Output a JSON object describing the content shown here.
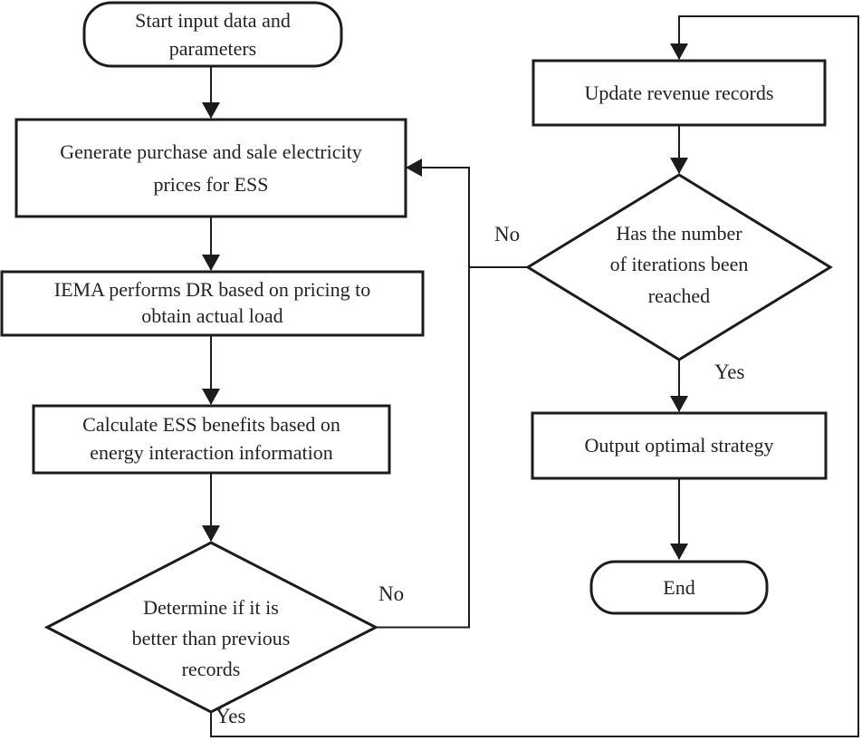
{
  "diagram": {
    "type": "flowchart",
    "colors": {
      "background": "#ffffff",
      "stroke": "#1c1c1c",
      "text": "#232323"
    },
    "nodes": {
      "start": {
        "type": "terminator",
        "label": "Start input data and\nparameters"
      },
      "generate_prices": {
        "type": "process",
        "label": "Generate purchase and sale electricity\nprices for ESS"
      },
      "iema_dr": {
        "type": "process",
        "label": "IEMA performs DR based on pricing to\nobtain actual load"
      },
      "calculate_benefits": {
        "type": "process",
        "label": "Calculate ESS benefits based on\nenergy interaction information"
      },
      "better_decision": {
        "type": "decision",
        "label": "Determine if it is\nbetter than previous\nrecords"
      },
      "update_records": {
        "type": "process",
        "label": "Update revenue records"
      },
      "iterations_decision": {
        "type": "decision",
        "label": "Has the number\nof iterations been\nreached"
      },
      "output_strategy": {
        "type": "process",
        "label": "Output optimal strategy"
      },
      "end": {
        "type": "terminator",
        "label": "End"
      }
    },
    "edge_labels": {
      "better_no": "No",
      "better_yes": "Yes",
      "iterations_no": "No",
      "iterations_yes": "Yes"
    },
    "edges": [
      {
        "from": "start",
        "to": "generate_prices",
        "label": ""
      },
      {
        "from": "generate_prices",
        "to": "iema_dr",
        "label": ""
      },
      {
        "from": "iema_dr",
        "to": "calculate_benefits",
        "label": ""
      },
      {
        "from": "calculate_benefits",
        "to": "better_decision",
        "label": ""
      },
      {
        "from": "better_decision",
        "to": "generate_prices",
        "label": "No"
      },
      {
        "from": "better_decision",
        "to": "update_records",
        "label": "Yes"
      },
      {
        "from": "update_records",
        "to": "iterations_decision",
        "label": ""
      },
      {
        "from": "iterations_decision",
        "to": "generate_prices",
        "label": "No"
      },
      {
        "from": "iterations_decision",
        "to": "output_strategy",
        "label": "Yes"
      },
      {
        "from": "output_strategy",
        "to": "end",
        "label": ""
      }
    ]
  }
}
